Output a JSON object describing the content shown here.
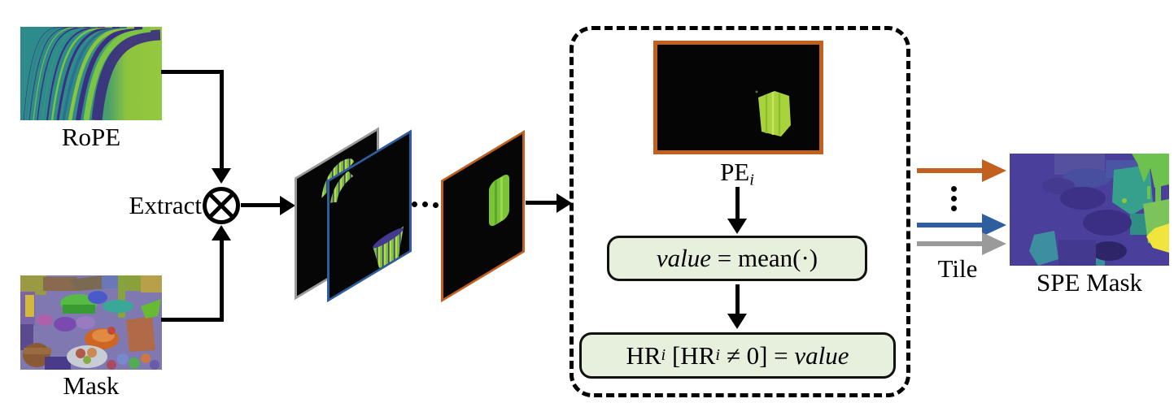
{
  "figure": {
    "labels": {
      "rope": "RoPE",
      "mask": "Mask",
      "extract": "Extract",
      "pe_base": "PE",
      "pe_sub": "i",
      "tile": "Tile",
      "spe_mask": "SPE Mask"
    },
    "formulas": {
      "mean": {
        "value_word": "value",
        "rest": " = mean(·)"
      },
      "hr": {
        "t1": "HR",
        "s1": "i",
        "t2": " [",
        "t3": "HR",
        "s2": "i",
        "t4": " ≠ 0] = ",
        "t5": "value"
      }
    },
    "icons": {
      "operator": "circled-times"
    },
    "colors": {
      "accent-orange": "#c2611f",
      "accent-blue": "#2e5da0",
      "accent-gray": "#9a9a9a",
      "formula-box-fill": "#e6f0dd",
      "formula-box-border": "#111111"
    }
  }
}
